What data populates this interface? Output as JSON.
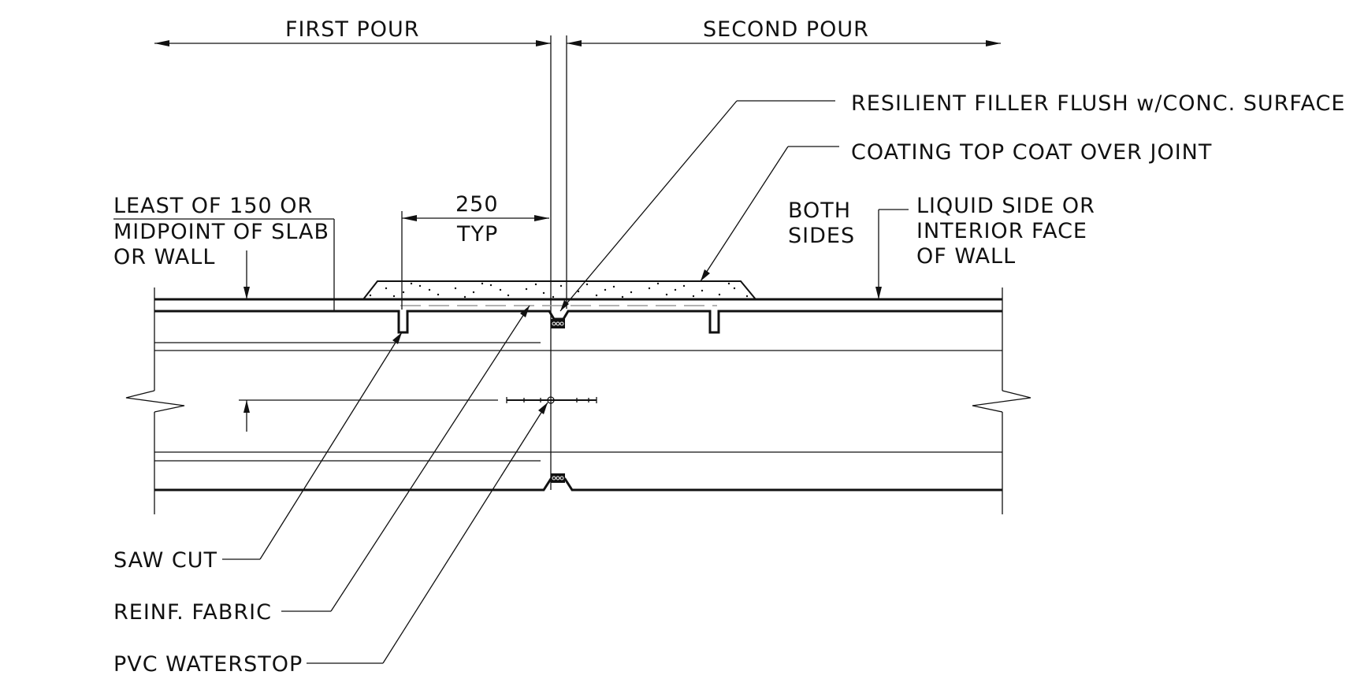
{
  "colors": {
    "ink": "#111111",
    "paper": "#ffffff",
    "fabric": "#999999"
  },
  "pours": {
    "first": "FIRST POUR",
    "second": "SECOND POUR"
  },
  "dimension": {
    "value": "250",
    "note": "TYP"
  },
  "labels": {
    "least_line1": "LEAST OF 150 OR",
    "least_line2": "MIDPOINT OF SLAB",
    "least_line3": "OR WALL",
    "both_line1": "BOTH",
    "both_line2": "SIDES",
    "liquid_line1": "LIQUID SIDE OR",
    "liquid_line2": "INTERIOR FACE",
    "liquid_line3": "OF WALL",
    "resilient_filler": "RESILIENT FILLER FLUSH w/CONC. SURFACE",
    "coating": "COATING TOP COAT OVER JOINT",
    "saw_cut": "SAW CUT",
    "reinf_fabric": "REINF. FABRIC",
    "pvc_waterstop": "PVC WATERSTOP"
  }
}
